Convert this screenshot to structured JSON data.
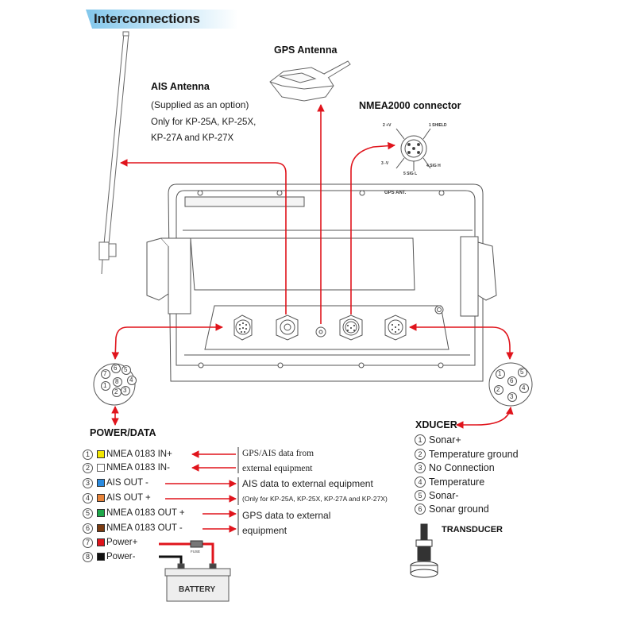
{
  "title": "Interconnections",
  "gps_antenna": {
    "label": "GPS Antenna"
  },
  "ais_antenna": {
    "label": "AIS Antenna",
    "note1": "(Supplied as an option)",
    "note2": "Only for KP-25A, KP-25X,",
    "note3": "KP-27A and KP-27X"
  },
  "nmea2000": {
    "label": "NMEA2000 connector",
    "pins": [
      "2 +V",
      "1 SHIELD",
      "3 -V",
      "4 SIG H",
      "5 SIG L"
    ]
  },
  "unit": {
    "gps_port_label": "GPS ANT."
  },
  "power_data": {
    "heading": "POWER/DATA",
    "connector_pins": [
      "6",
      "5",
      "7",
      "8",
      "4",
      "1",
      "2",
      "3"
    ],
    "rows": [
      {
        "num": "1",
        "label": "NMEA 0183 IN+",
        "color": "#f2e600",
        "direction": "in"
      },
      {
        "num": "2",
        "label": "NMEA 0183 IN-",
        "color": "#ffffff",
        "direction": "in"
      },
      {
        "num": "3",
        "label": "AIS OUT -",
        "color": "#2a8be0",
        "direction": "out"
      },
      {
        "num": "4",
        "label": "AIS OUT +",
        "color": "#e8843a",
        "direction": "out"
      },
      {
        "num": "5",
        "label": "NMEA 0183 OUT +",
        "color": "#1ea84a",
        "direction": "out"
      },
      {
        "num": "6",
        "label": "NMEA 0183 OUT -",
        "color": "#7a3b12",
        "direction": "out"
      },
      {
        "num": "7",
        "label": "Power+",
        "color": "#e0141c",
        "direction": "power"
      },
      {
        "num": "8",
        "label": "Power-",
        "color": "#111111",
        "direction": "power"
      }
    ],
    "descriptions": {
      "in_1": "GPS/AIS data from",
      "in_2": "external equipment",
      "ais_1": "AIS data to external equipment",
      "ais_2": "(Only for KP-25A, KP-25X, KP-27A and KP-27X)",
      "gps_1": "GPS data to external",
      "gps_2": "equipment"
    },
    "fuse_label": "FUSE",
    "battery_label": "BATTERY"
  },
  "xducer": {
    "heading": "XDUCER",
    "connector_pins": [
      "1",
      "5",
      "6",
      "2",
      "4",
      "3"
    ],
    "rows": [
      {
        "num": "1",
        "label": "Sonar+"
      },
      {
        "num": "2",
        "label": "Temperature ground"
      },
      {
        "num": "3",
        "label": "No Connection"
      },
      {
        "num": "4",
        "label": "Temperature"
      },
      {
        "num": "5",
        "label": "Sonar-"
      },
      {
        "num": "6",
        "label": "Sonar ground"
      }
    ],
    "transducer_label": "TRANSDUCER"
  },
  "colors": {
    "arrow": "#e0141c",
    "line": "#555555",
    "banner": "#7cc4ea"
  }
}
